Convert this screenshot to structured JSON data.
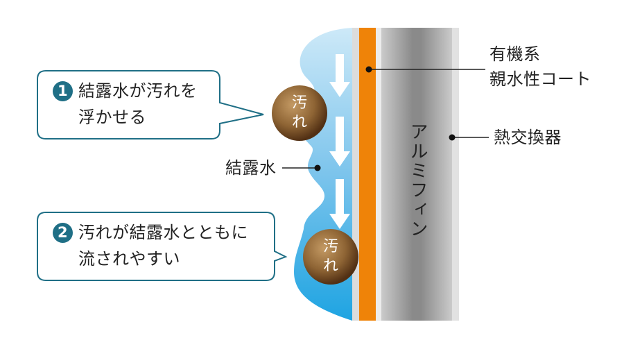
{
  "callouts": [
    {
      "number": "1",
      "line1": "結露水が汚れを",
      "line2": "浮かせる"
    },
    {
      "number": "2",
      "line1": "汚れが結露水とともに",
      "line2": "流されやすい"
    }
  ],
  "labels": {
    "coat_line1": "有機系",
    "coat_line2": "親水性コート",
    "heat_exchanger": "熱交換器",
    "condensation": "結露水",
    "aluminum_fin": "アルミフィン"
  },
  "dirt": [
    {
      "text": "汚れ"
    },
    {
      "text": "汚れ"
    }
  ],
  "colors": {
    "callout_border": "#1f6f86",
    "badge": "#1f6f86",
    "water_light": "#bfe3f6",
    "water_dark": "#1ea4e2",
    "coat": "#ef8308",
    "fin_edge": "#dcdcdc",
    "fin_center": "#8c8c8c",
    "dirt_center": "#b48c5a",
    "dirt_edge": "#5a3717"
  },
  "icons": {
    "arrow": "down-arrow-icon",
    "badge": "number-circle-icon",
    "leader_dot": "leader-dot-icon"
  }
}
